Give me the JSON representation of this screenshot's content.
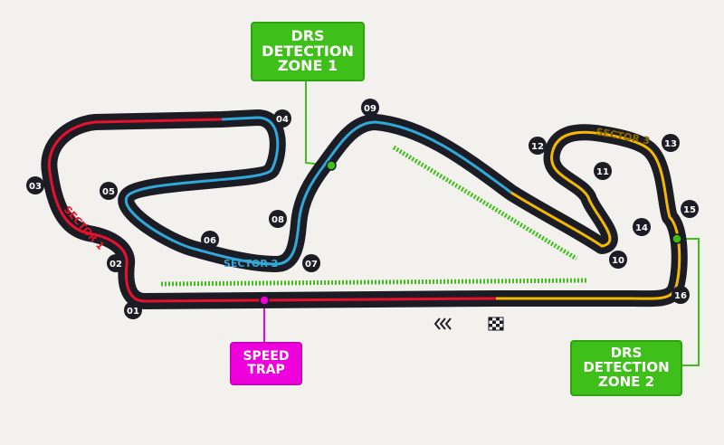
{
  "colors": {
    "background": "#f3f1ee",
    "track": "#1c1c24",
    "sector_1": "#e8112d",
    "sector_2": "#31a8d8",
    "sector_3": "#f5b800",
    "drs": "#3fbf1a",
    "speed_trap": "#ee00dd"
  },
  "callouts": {
    "drs_zone_1": "DRS\nDETECTION\nZONE 1",
    "drs_zone_2": "DRS\nDETECTION\nZONE 2",
    "speed_trap": "SPEED\nTRAP"
  },
  "sectors": {
    "sector_1": "SECTOR 1",
    "sector_2": "SECTOR 2",
    "sector_3": "SECTOR 3"
  },
  "turns": [
    "01",
    "02",
    "03",
    "04",
    "05",
    "06",
    "07",
    "08",
    "09",
    "10",
    "11",
    "12",
    "13",
    "14",
    "15",
    "16"
  ],
  "icons": {
    "direction": "double-chevron-left-icon",
    "finish": "checkered-flag-icon"
  }
}
